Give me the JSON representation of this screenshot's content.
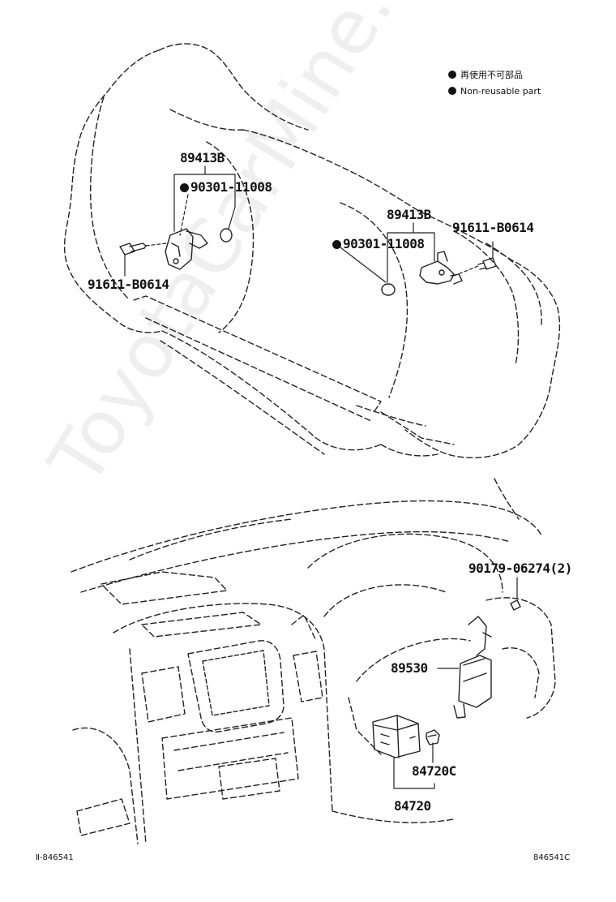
{
  "legend": {
    "items": [
      {
        "text": "再使用不可部品"
      },
      {
        "text": "Non-reusable part"
      }
    ]
  },
  "labels": {
    "sensor_left": "89413B",
    "gasket_left": "90301-11008",
    "bolt_left": "91611-B0614",
    "sensor_right": "89413B",
    "gasket_right": "90301-11008",
    "bolt_right": "91611-B0614",
    "nut_dash": "90179-06274(2)",
    "ecu": "89530",
    "switch_sub": "84720C",
    "switch": "84720"
  },
  "footer": {
    "left_code": "Ⅱ-846541",
    "right_code": "846541C"
  },
  "watermark": "ToyotaCarMine.ru"
}
